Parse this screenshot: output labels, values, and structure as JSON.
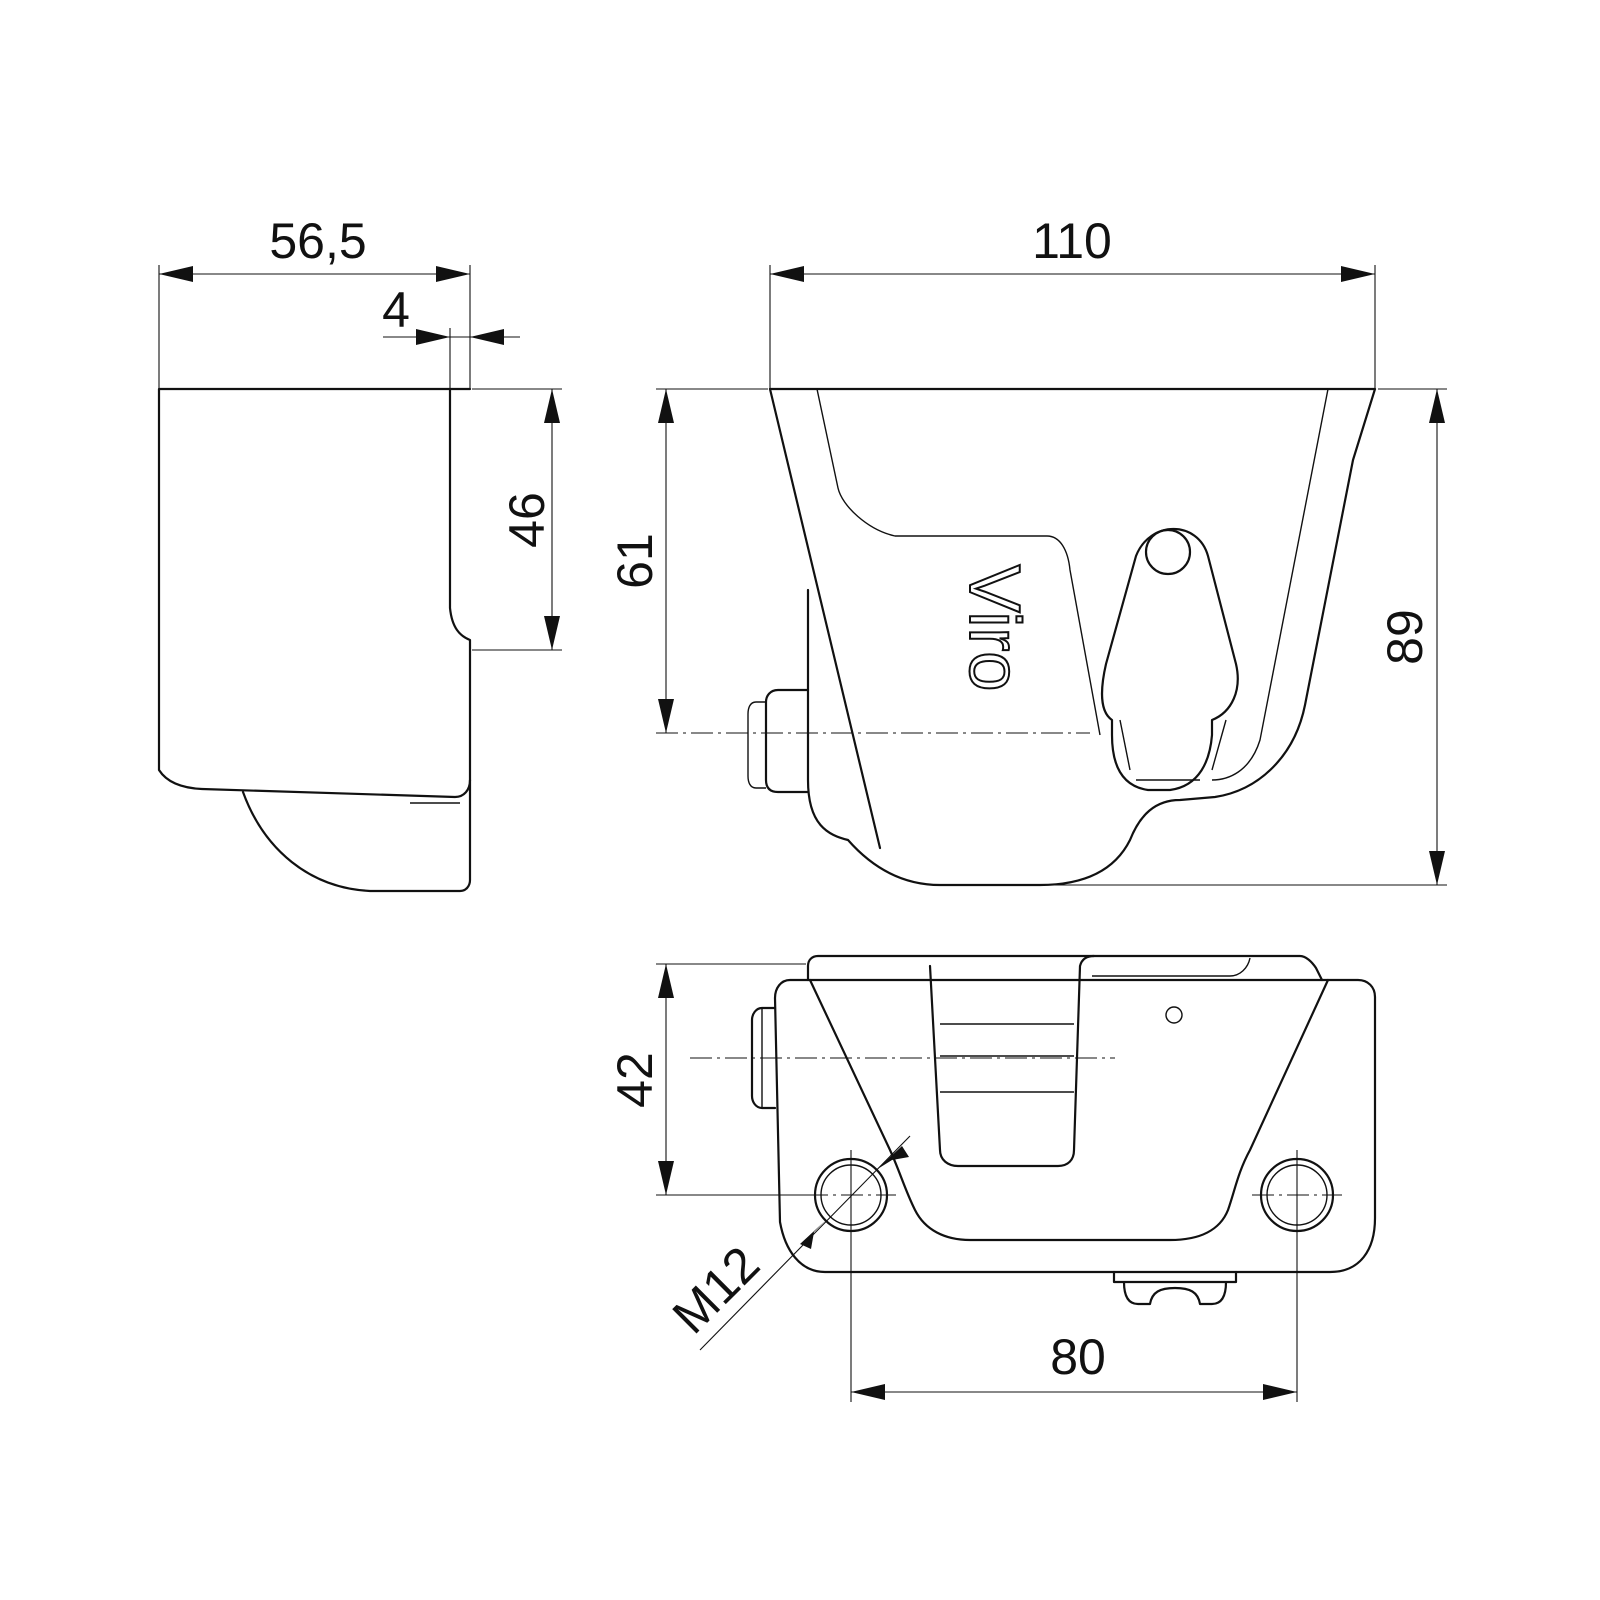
{
  "dimensions": {
    "side_width": "56,5",
    "wall_thickness": "4",
    "side_height": "46",
    "front_width": "110",
    "center_height": "61",
    "total_height": "89",
    "bottom_depth": "42",
    "thread": "M12",
    "hole_spacing": "80"
  },
  "brand_logo": "Viro"
}
